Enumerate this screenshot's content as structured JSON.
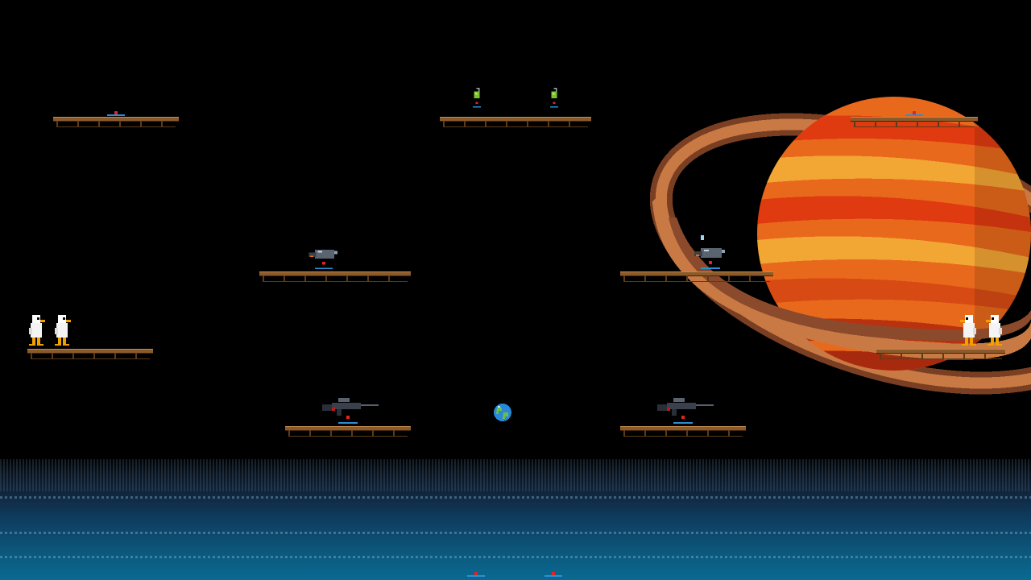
{
  "scene": {
    "background_color": "#000000",
    "water_colors": [
      "#0b1420",
      "#0f3a5c",
      "#0a6a92"
    ],
    "planet": {
      "name": "saturn-like-planet-icon",
      "colors": [
        "#e85a1c",
        "#f0a030",
        "#c97a44",
        "#8b4a2b"
      ]
    },
    "platform_color": "#8a5a2a"
  },
  "entities": {
    "ducks": {
      "count": 4,
      "color": "#ffffff",
      "beak_color": "#f0a000"
    },
    "grenades": {
      "count": 2,
      "icon": "grenade-icon"
    },
    "turrets": {
      "count": 2,
      "icon": "cannon-icon"
    },
    "rifles": {
      "count": 2,
      "icon": "sniper-rifle-icon"
    },
    "globe": {
      "icon": "globe-icon"
    },
    "spawn_pads": {
      "count": 6,
      "icon": "spawn-pad-icon"
    }
  }
}
